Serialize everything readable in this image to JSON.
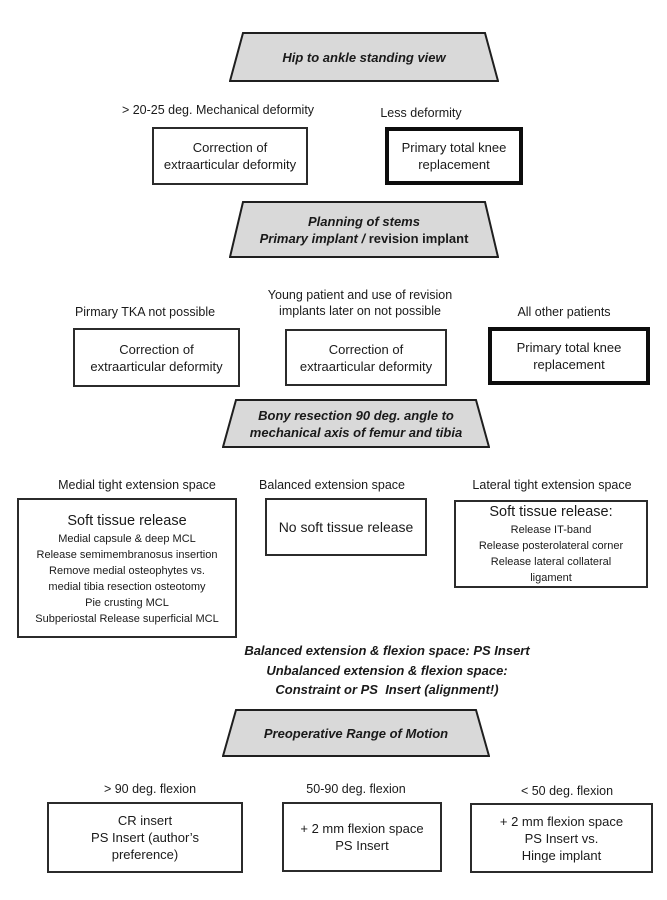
{
  "colors": {
    "background": "#ffffff",
    "trapezoid_fill": "#d9d9d9",
    "trapezoid_border": "#1f1f1f",
    "box_border": "#2b2b2b",
    "emphasis_box_border": "#0d0d0d",
    "text": "#1a1a1a"
  },
  "stages": {
    "s1": {
      "title": "Hip to ankle standing view"
    },
    "s2": {
      "line1": "Planning of stems",
      "line2_italic": "Primary implant /",
      "line2_regular": "revision implant"
    },
    "s3": {
      "title": "Bony resection 90 deg. angle to\nmechanical axis of femur and tibia"
    },
    "s4": {
      "title": "Preoperative Range of Motion"
    }
  },
  "row1": {
    "col1": {
      "label": "> 20-25 deg. Mechanical deformity",
      "box": "Correction of\nextraarticular deformity"
    },
    "col2": {
      "label": "Less deformity",
      "box": "Primary total knee\nreplacement"
    }
  },
  "row2": {
    "col1": {
      "label": "Pirmary TKA not possible",
      "box": "Correction of\nextraarticular deformity"
    },
    "col2": {
      "label": "Young patient and use of revision\nimplants later on not possible",
      "box": "Correction of\nextraarticular deformity"
    },
    "col3": {
      "label": "All other patients",
      "box": "Primary total knee\nreplacement"
    }
  },
  "row3": {
    "col1": {
      "label": "Medial tight extension space",
      "box_heading": "Soft tissue release",
      "box_body": "Medial capsule & deep MCL\nRelease semimembranosus insertion\nRemove medial osteophytes vs.\nmedial tibia resection osteotomy\nPie crusting MCL\nSubperiostal Release superficial MCL"
    },
    "col2": {
      "label": "Balanced extension space",
      "box": "No soft tissue release"
    },
    "col3": {
      "label": "Lateral tight extension space",
      "box_heading": "Soft tissue release:",
      "box_body": "Release IT-band\nRelease posterolateral corner\nRelease lateral collateral\nligament"
    }
  },
  "note": "Balanced extension & flexion space: PS Insert\nUnbalanced extension & flexion space:\nConstraint or PS  Insert (alignment!)",
  "row4": {
    "col1": {
      "label": "> 90 deg. flexion",
      "box": "CR insert\nPS Insert (author’s\npreference)"
    },
    "col2": {
      "label": "50-90 deg. flexion",
      "box": "+ 2 mm flexion space\nPS Insert"
    },
    "col3": {
      "label": "< 50 deg. flexion",
      "box": "+ 2 mm flexion space\nPS Insert vs.\nHinge implant"
    }
  }
}
